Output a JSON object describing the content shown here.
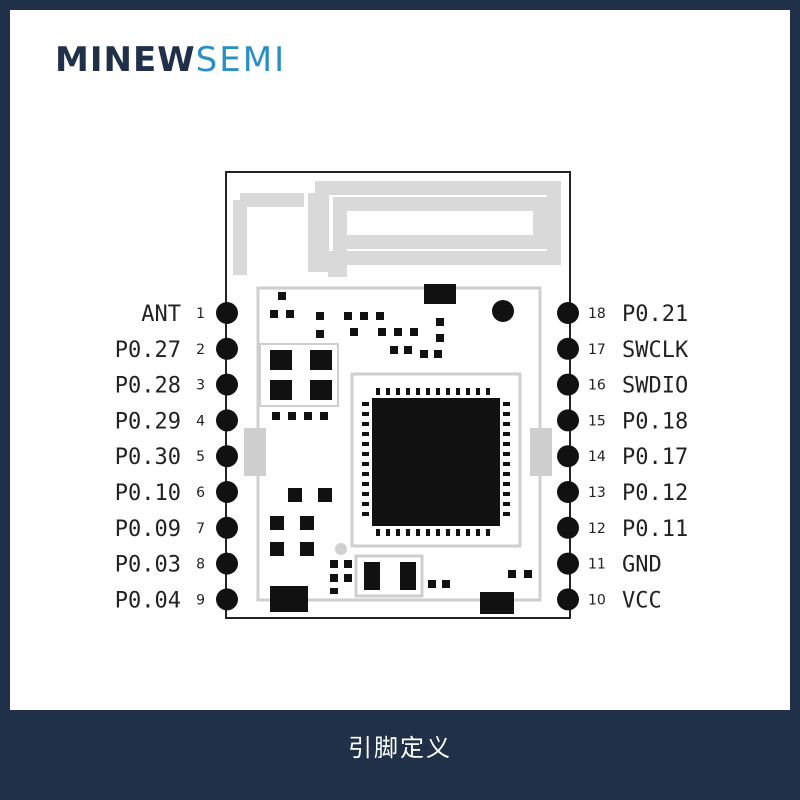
{
  "brand": {
    "part1": "MINEW",
    "part2": "SEMI"
  },
  "caption": "引脚定义",
  "pins_left": [
    {
      "num": "1",
      "label": "ANT"
    },
    {
      "num": "2",
      "label": "P0.27"
    },
    {
      "num": "3",
      "label": "P0.28"
    },
    {
      "num": "4",
      "label": "P0.29"
    },
    {
      "num": "5",
      "label": "P0.30"
    },
    {
      "num": "6",
      "label": "P0.10"
    },
    {
      "num": "7",
      "label": "P0.09"
    },
    {
      "num": "8",
      "label": "P0.03"
    },
    {
      "num": "9",
      "label": "P0.04"
    }
  ],
  "pins_right": [
    {
      "num": "18",
      "label": "P0.21"
    },
    {
      "num": "17",
      "label": "SWCLK"
    },
    {
      "num": "16",
      "label": "SWDIO"
    },
    {
      "num": "15",
      "label": "P0.18"
    },
    {
      "num": "14",
      "label": "P0.17"
    },
    {
      "num": "13",
      "label": "P0.12"
    },
    {
      "num": "12",
      "label": "P0.11"
    },
    {
      "num": "11",
      "label": "GND"
    },
    {
      "num": "10",
      "label": "VCC"
    }
  ],
  "colors": {
    "frame": "#1f3048",
    "brand_dark": "#1f3048",
    "brand_accent": "#2a8fc4",
    "component": "#111111",
    "trace": "#cccccc"
  }
}
